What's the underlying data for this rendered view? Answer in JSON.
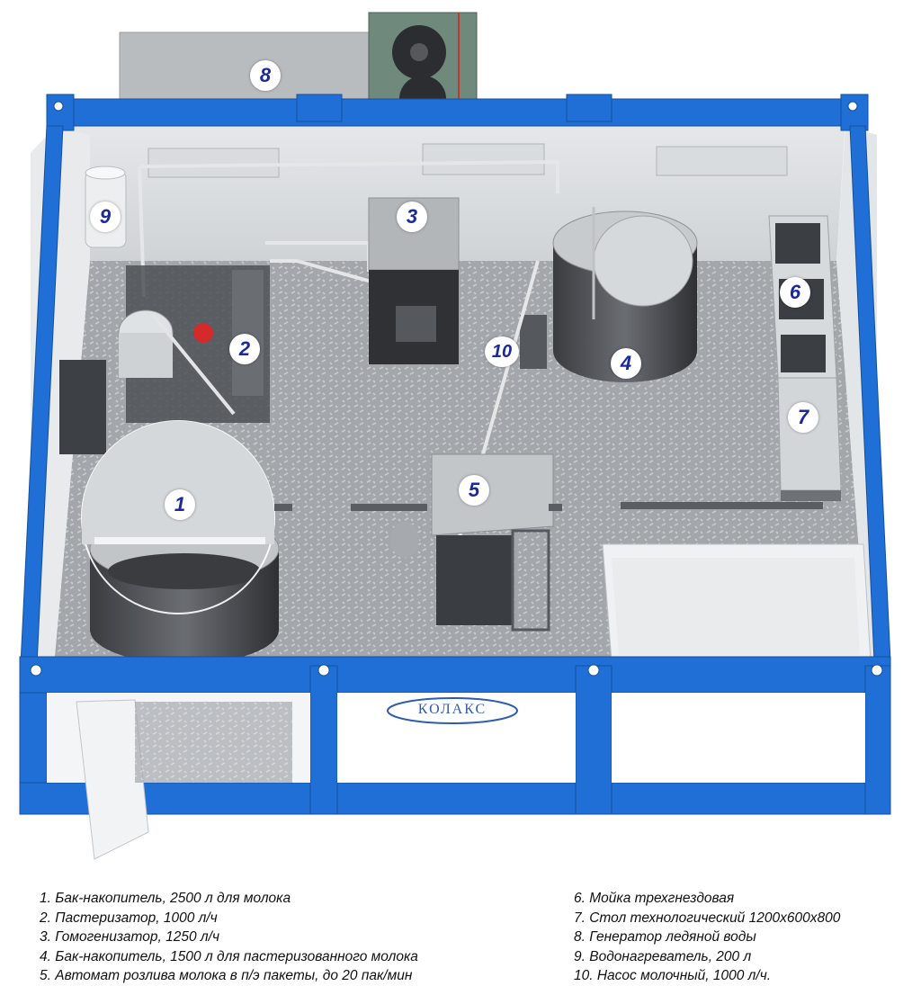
{
  "markers": [
    "1",
    "2",
    "3",
    "4",
    "5",
    "6",
    "7",
    "8",
    "9",
    "10"
  ],
  "logo_text": "КОЛАКС",
  "legend": {
    "left": [
      "1. Бак-накопитель, 2500 л для молока",
      "2. Пастеризатор, 1000 л/ч",
      "3. Гомогенизатор, 1250 л/ч",
      "4. Бак-накопитель, 1500 л для пастеризованного молока",
      "5. Автомат розлива молока в п/э пакеты, до 20 пак/мин"
    ],
    "right": [
      "6. Мойка трехгнездовая",
      "7. Стол технологический 1200х600х800",
      "8. Генератор ледяной воды",
      "9. Водонагреватель, 200 л",
      "10. Насос молочный, 1000 л/ч."
    ]
  },
  "colors": {
    "container_blue": "#1f6fd6",
    "floor": "#9ea2a6",
    "marker_text": "#1a2a9a"
  }
}
